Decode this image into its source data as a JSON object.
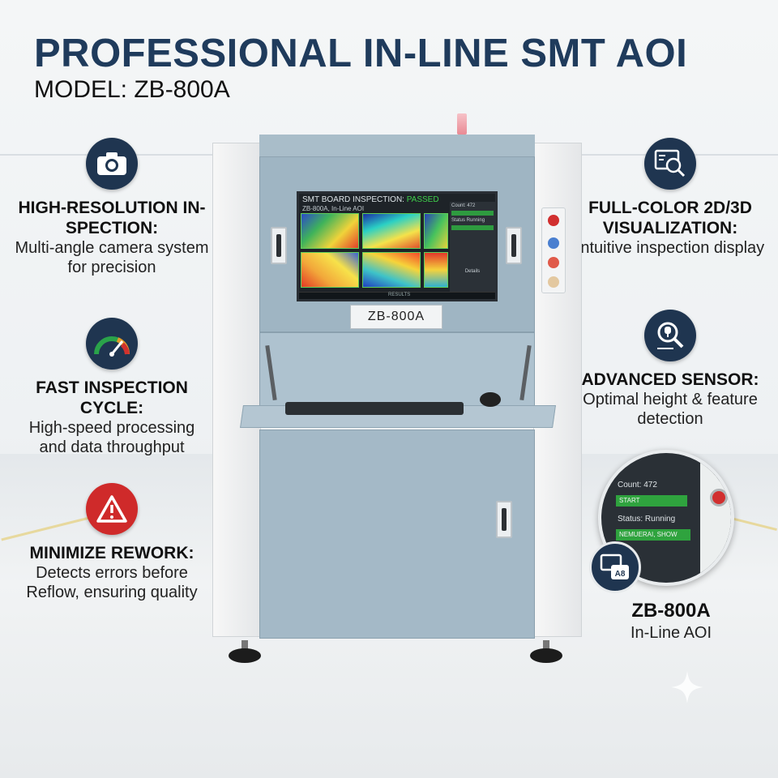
{
  "header": {
    "title": "PROFESSIONAL IN-LINE SMT AOI",
    "model": "MODEL: ZB-800A"
  },
  "features_left": [
    {
      "icon": "camera-icon",
      "title": "HIGH-RESOLUTION IN-SPECTION:",
      "text": "Multi-angle camera system for precision"
    },
    {
      "icon": "gauge-icon",
      "title": "FAST INSPECTION CYCLE:",
      "text": "High-speed processing and data throughput"
    },
    {
      "icon": "warning-icon",
      "title": "MINIMIZE REWORK:",
      "text": "Detects errors before Reflow, ensuring quality"
    }
  ],
  "features_right": [
    {
      "icon": "magnifier-board-icon",
      "title": "FULL-COLOR 2D/3D VISUALIZATION:",
      "text": "Intuitive inspection display"
    },
    {
      "icon": "sensor-magnifier-icon",
      "title": "ADVANCED SENSOR:",
      "text": "Optimal height & feature detection"
    }
  ],
  "machine": {
    "screen_title": "SMT BOARD INSPECTION: ",
    "screen_status": "PASSED",
    "screen_sub": "ZB-800A, In-Line AOI",
    "screen_side_count": "Count: 472",
    "screen_side_status": "Status Running",
    "screen_side_button": "Details",
    "taskbar_text": "RESULTS",
    "plate": "ZB-800A"
  },
  "zoom": {
    "count": "Count: 472",
    "start": "START",
    "status": "Status: Running",
    "mode": "NEMUERAI, SHOW",
    "badge": "A8"
  },
  "caption": {
    "title": "ZB-800A",
    "subtitle": "In-Line AOI"
  },
  "colors": {
    "title": "#1f3b5c",
    "icon_navy": "#1f3550",
    "icon_red": "#cf2a2a",
    "cabinet": "#9fb5c3",
    "status_green": "#2fa33e"
  }
}
